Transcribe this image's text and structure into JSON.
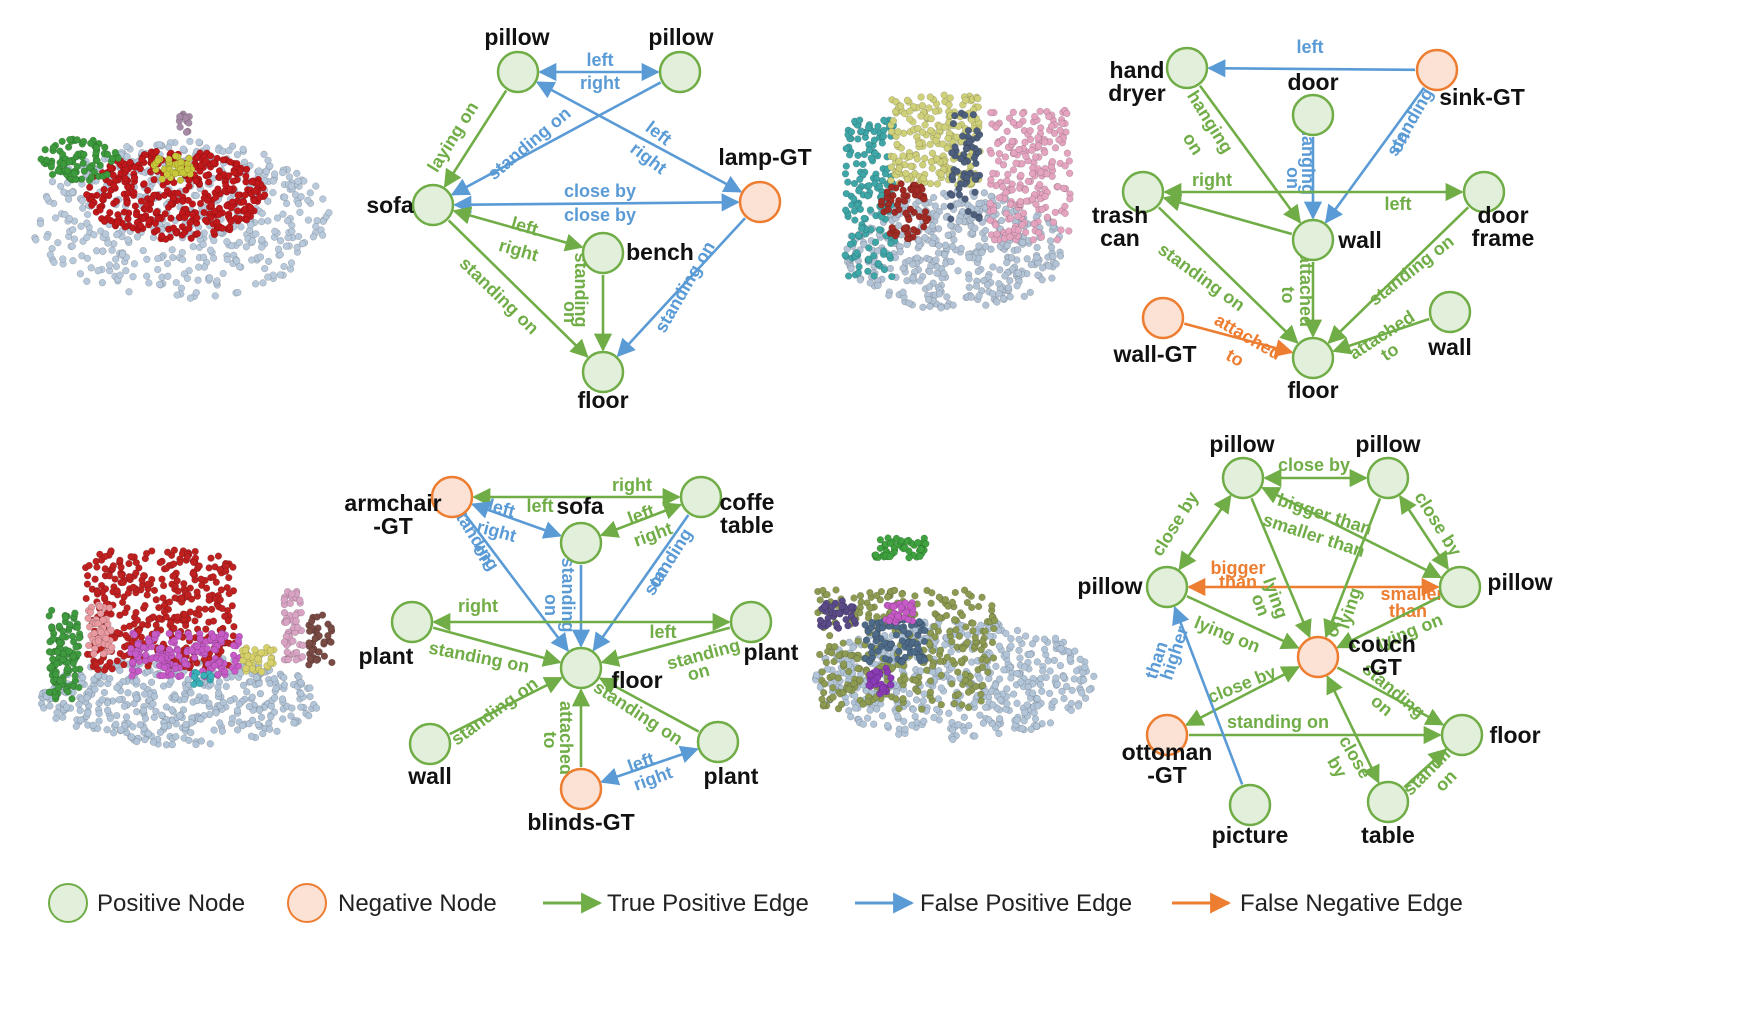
{
  "colors": {
    "positive_fill": "#e2efda",
    "positive_stroke": "#70ad47",
    "negative_fill": "#fbe2d5",
    "negative_stroke": "#ed7d31",
    "true_positive": "#70ad47",
    "false_positive": "#5b9bd5",
    "false_negative": "#ed7d31"
  },
  "legend": {
    "positive_node": "Positive Node",
    "negative_node": "Negative Node",
    "true_positive_edge": "True Positive Edge",
    "false_positive_edge": "False Positive Edge",
    "false_negative_edge": "False Negative Edge"
  },
  "graphs": [
    {
      "id": "g1",
      "nodes": [
        {
          "id": "p1",
          "label": [
            "pillow"
          ],
          "type": "positive"
        },
        {
          "id": "p2",
          "label": [
            "pillow"
          ],
          "type": "positive"
        },
        {
          "id": "sofa",
          "label": [
            "sofa"
          ],
          "type": "positive"
        },
        {
          "id": "lamp",
          "label": [
            "lamp-GT"
          ],
          "type": "negative"
        },
        {
          "id": "bench",
          "label": [
            "bench"
          ],
          "type": "positive"
        },
        {
          "id": "floor",
          "label": [
            "floor"
          ],
          "type": "positive"
        }
      ],
      "edges": [
        {
          "from": "p1",
          "to": "p2",
          "kind": "fp",
          "both": true,
          "labels": [
            "left",
            "right"
          ]
        },
        {
          "from": "p1",
          "to": "sofa",
          "kind": "tp",
          "labels": [
            "laying on"
          ]
        },
        {
          "from": "p2",
          "to": "sofa",
          "kind": "fp",
          "labels": [
            "standing on"
          ]
        },
        {
          "from": "lamp",
          "to": "p1",
          "kind": "fp",
          "both": true,
          "labels": [
            "left",
            "right"
          ]
        },
        {
          "from": "sofa",
          "to": "lamp",
          "kind": "fp",
          "both": true,
          "labels": [
            "close by",
            "close by"
          ]
        },
        {
          "from": "sofa",
          "to": "bench",
          "kind": "tp",
          "both": true,
          "labels": [
            "left",
            "right"
          ]
        },
        {
          "from": "sofa",
          "to": "floor",
          "kind": "tp",
          "labels": [
            "standing on"
          ]
        },
        {
          "from": "bench",
          "to": "floor",
          "kind": "tp",
          "labels": [
            "standing",
            "on"
          ]
        },
        {
          "from": "lamp",
          "to": "floor",
          "kind": "fp",
          "labels": [
            "standing on"
          ]
        }
      ]
    },
    {
      "id": "g2",
      "nodes": [
        {
          "id": "hd",
          "label": [
            "hand",
            "dryer"
          ],
          "type": "positive"
        },
        {
          "id": "door",
          "label": [
            "door"
          ],
          "type": "positive"
        },
        {
          "id": "sink",
          "label": [
            "sink-GT"
          ],
          "type": "negative"
        },
        {
          "id": "trash",
          "label": [
            "trash",
            "can"
          ],
          "type": "positive"
        },
        {
          "id": "wall",
          "label": [
            "wall"
          ],
          "type": "positive"
        },
        {
          "id": "df",
          "label": [
            "door",
            "frame"
          ],
          "type": "positive"
        },
        {
          "id": "wallgt",
          "label": [
            "wall-GT"
          ],
          "type": "negative"
        },
        {
          "id": "floor",
          "label": [
            "floor"
          ],
          "type": "positive"
        },
        {
          "id": "wall2",
          "label": [
            "wall"
          ],
          "type": "positive"
        }
      ],
      "edges": [
        {
          "from": "sink",
          "to": "hd",
          "kind": "fp",
          "labels": [
            "left"
          ]
        },
        {
          "from": "hd",
          "to": "wall",
          "kind": "tp",
          "labels": [
            "hanging",
            "on"
          ]
        },
        {
          "from": "door",
          "to": "wall",
          "kind": "fp",
          "labels": [
            "hanging",
            "on"
          ]
        },
        {
          "from": "sink",
          "to": "wall",
          "kind": "fp",
          "labels": [
            "standing",
            "on"
          ]
        },
        {
          "from": "trash",
          "to": "df",
          "kind": "tp",
          "both": true,
          "labels": [
            "right",
            "left"
          ]
        },
        {
          "from": "wall",
          "to": "trash",
          "kind": "tp",
          "labels": []
        },
        {
          "from": "trash",
          "to": "floor",
          "kind": "tp",
          "labels": [
            "standing on"
          ]
        },
        {
          "from": "wall",
          "to": "floor",
          "kind": "tp",
          "labels": [
            "attached",
            "to"
          ]
        },
        {
          "from": "df",
          "to": "floor",
          "kind": "tp",
          "labels": [
            "standing on"
          ]
        },
        {
          "from": "wallgt",
          "to": "floor",
          "kind": "fn",
          "labels": [
            "attached",
            "to"
          ]
        },
        {
          "from": "wall2",
          "to": "floor",
          "kind": "tp",
          "labels": [
            "attached",
            "to"
          ]
        }
      ]
    },
    {
      "id": "g3",
      "nodes": [
        {
          "id": "arm",
          "label": [
            "armchair",
            "-GT"
          ],
          "type": "negative"
        },
        {
          "id": "sofa",
          "label": [
            "sofa"
          ],
          "type": "positive"
        },
        {
          "id": "coffe",
          "label": [
            "coffe",
            "table"
          ],
          "type": "positive"
        },
        {
          "id": "plantL",
          "label": [
            "plant"
          ],
          "type": "positive"
        },
        {
          "id": "plantR",
          "label": [
            "plant"
          ],
          "type": "positive"
        },
        {
          "id": "floor",
          "label": [
            "floor"
          ],
          "type": "positive"
        },
        {
          "id": "wall",
          "label": [
            "wall"
          ],
          "type": "positive"
        },
        {
          "id": "plantB",
          "label": [
            "plant"
          ],
          "type": "positive"
        },
        {
          "id": "blinds",
          "label": [
            "blinds-GT"
          ],
          "type": "negative"
        }
      ],
      "edges": [
        {
          "from": "arm",
          "to": "coffe",
          "kind": "tp",
          "both": true,
          "labels": [
            "right",
            "left"
          ]
        },
        {
          "from": "arm",
          "to": "sofa",
          "kind": "fp",
          "both": true,
          "labels": [
            "left",
            "right"
          ]
        },
        {
          "from": "sofa",
          "to": "coffe",
          "kind": "tp",
          "both": true,
          "labels": [
            "left",
            "right"
          ]
        },
        {
          "from": "arm",
          "to": "floor",
          "kind": "fp",
          "labels": [
            "standing",
            "on"
          ]
        },
        {
          "from": "sofa",
          "to": "floor",
          "kind": "fp",
          "labels": [
            "standing",
            "on"
          ]
        },
        {
          "from": "coffe",
          "to": "floor",
          "kind": "fp",
          "labels": [
            "standing",
            "on"
          ]
        },
        {
          "from": "plantL",
          "to": "plantR",
          "kind": "tp",
          "both": true,
          "labels": [
            "right",
            "left"
          ]
        },
        {
          "from": "plantL",
          "to": "floor",
          "kind": "tp",
          "labels": [
            "standing on"
          ]
        },
        {
          "from": "plantR",
          "to": "floor",
          "kind": "tp",
          "labels": [
            "standing",
            "on"
          ]
        },
        {
          "from": "wall",
          "to": "floor",
          "kind": "tp",
          "labels": [
            "standing on"
          ]
        },
        {
          "from": "plantB",
          "to": "floor",
          "kind": "tp",
          "labels": [
            "standing on"
          ]
        },
        {
          "from": "blinds",
          "to": "floor",
          "kind": "tp",
          "labels": [
            "attached",
            "to"
          ]
        },
        {
          "from": "blinds",
          "to": "plantB",
          "kind": "fp",
          "both": true,
          "labels": [
            "left",
            "right"
          ]
        }
      ]
    },
    {
      "id": "g4",
      "nodes": [
        {
          "id": "p1",
          "label": [
            "pillow"
          ],
          "type": "positive"
        },
        {
          "id": "p2",
          "label": [
            "pillow"
          ],
          "type": "positive"
        },
        {
          "id": "p3",
          "label": [
            "pillow"
          ],
          "type": "positive"
        },
        {
          "id": "p4",
          "label": [
            "pillow"
          ],
          "type": "positive"
        },
        {
          "id": "couch",
          "label": [
            "couch",
            "-GT"
          ],
          "type": "negative"
        },
        {
          "id": "ott",
          "label": [
            "ottoman",
            "-GT"
          ],
          "type": "negative"
        },
        {
          "id": "floor",
          "label": [
            "floor"
          ],
          "type": "positive"
        },
        {
          "id": "pic",
          "label": [
            "picture"
          ],
          "type": "positive"
        },
        {
          "id": "table",
          "label": [
            "table"
          ],
          "type": "positive"
        }
      ],
      "edges": [
        {
          "from": "p1",
          "to": "p2",
          "kind": "tp",
          "both": true,
          "labels": [
            "close by"
          ]
        },
        {
          "from": "p1",
          "to": "p4",
          "kind": "tp",
          "both": true,
          "labels": [
            "bigger than",
            "smaller than"
          ]
        },
        {
          "from": "p1",
          "to": "p3",
          "kind": "tp",
          "both": true,
          "labels": [
            "close by"
          ]
        },
        {
          "from": "p2",
          "to": "p4",
          "kind": "tp",
          "both": true,
          "labels": [
            "close by"
          ]
        },
        {
          "from": "p3",
          "to": "p4",
          "kind": "fn",
          "both": true,
          "labels": [
            "bigger",
            "than",
            "smaller",
            "than"
          ]
        },
        {
          "from": "p1",
          "to": "couch",
          "kind": "tp",
          "labels": [
            "lying",
            "on"
          ]
        },
        {
          "from": "p2",
          "to": "couch",
          "kind": "tp",
          "labels": [
            "lying",
            "on"
          ]
        },
        {
          "from": "p3",
          "to": "couch",
          "kind": "tp",
          "labels": [
            "lying on"
          ]
        },
        {
          "from": "p4",
          "to": "couch",
          "kind": "tp",
          "labels": [
            "lying on"
          ]
        },
        {
          "from": "couch",
          "to": "ott",
          "kind": "tp",
          "both": true,
          "labels": [
            "close by"
          ]
        },
        {
          "from": "couch",
          "to": "floor",
          "kind": "tp",
          "labels": [
            "standing",
            "on"
          ]
        },
        {
          "from": "ott",
          "to": "floor",
          "kind": "tp",
          "labels": [
            "standing on"
          ]
        },
        {
          "from": "pic",
          "to": "p3",
          "kind": "fp",
          "labels": [
            "higher",
            "than"
          ]
        },
        {
          "from": "table",
          "to": "couch",
          "kind": "tp",
          "both": true,
          "labels": [
            "close",
            "by"
          ]
        },
        {
          "from": "table",
          "to": "floor",
          "kind": "tp",
          "labels": [
            "standing",
            "on"
          ]
        }
      ]
    }
  ]
}
